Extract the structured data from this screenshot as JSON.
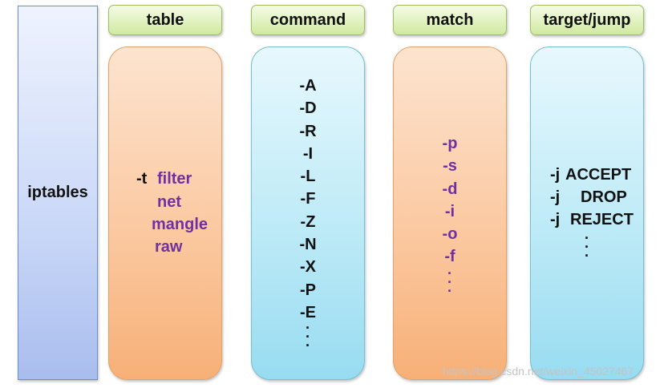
{
  "iptables": "iptables",
  "headers": {
    "table": "table",
    "command": "command",
    "match": "match",
    "target": "target/jump"
  },
  "table": {
    "flag": "-t",
    "items": [
      "filter",
      "net",
      "mangle",
      "raw"
    ]
  },
  "command": {
    "items": [
      "-A",
      "-D",
      "-R",
      "-I",
      "-L",
      "-F",
      "-Z",
      "-N",
      "-X",
      "-P",
      "-E"
    ]
  },
  "match": {
    "items": [
      "-p",
      "-s",
      "-d",
      "-i",
      "-o",
      "-f"
    ]
  },
  "target": {
    "items": [
      {
        "flag": "-j",
        "value": "ACCEPT"
      },
      {
        "flag": "-j",
        "value": "DROP"
      },
      {
        "flag": "-j",
        "value": "REJECT"
      }
    ]
  },
  "watermark": "https://blog.csdn.net/weixin_45027467",
  "colors": {
    "header_green": "#e1f2bf",
    "orange_panel": "#fbc9a1",
    "cyan_panel": "#bdeaf7",
    "iptables_blue": "#c9d7f7",
    "purple_text": "#7030a0"
  }
}
